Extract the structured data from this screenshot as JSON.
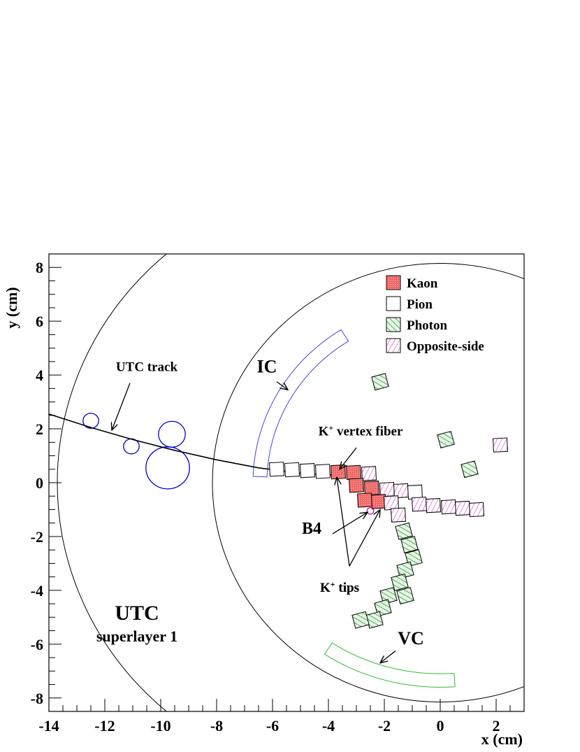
{
  "chart_data": {
    "type": "scatter",
    "xlabel": "x (cm)",
    "ylabel": "y (cm)",
    "xlim": [
      -14,
      3
    ],
    "ylim": [
      -8.5,
      8.5
    ],
    "x_ticks": [
      -14,
      -12,
      -10,
      -8,
      -6,
      -4,
      -2,
      0,
      2
    ],
    "y_ticks": [
      -8,
      -6,
      -4,
      -2,
      0,
      2,
      4,
      6,
      8
    ],
    "x_tick_labels": [
      "-14",
      "-12",
      "-10",
      "-8",
      "-6",
      "-4",
      "-2",
      "0",
      "2"
    ],
    "y_tick_labels": [
      "-8",
      "-6",
      "-4",
      "-2",
      "0",
      "2",
      "4",
      "6",
      "8"
    ],
    "grid": false,
    "legend_position": "top-right",
    "legend": [
      {
        "label": "Kaon",
        "style": "kaon"
      },
      {
        "label": "Pion",
        "style": "pion"
      },
      {
        "label": "Photon",
        "style": "photon"
      },
      {
        "label": "Opposite-side",
        "style": "opposite"
      }
    ],
    "styles": {
      "kaon": {
        "fill": "#f06464",
        "stroke": "#000000"
      },
      "pion": {
        "fill": "#ffffff",
        "stroke": "#000000"
      },
      "photon": {
        "fill": "#e6f5e6",
        "stroke": "#000000",
        "hatch": "#2e9a2e"
      },
      "opposite": {
        "fill": "#ffffff",
        "stroke": "#000000",
        "hatch": "#d040d0"
      }
    },
    "circles": [
      {
        "label": "UTC outer boundary",
        "cx": -2.5,
        "cy": 0.0,
        "r": 11.2,
        "color": "#000000"
      },
      {
        "label": "inner detector boundary",
        "cx": 0.0,
        "cy": 0.0,
        "r": 8.15,
        "color": "#000000"
      },
      {
        "label": "UTC hit",
        "cx": -12.5,
        "cy": 2.3,
        "r": 0.28,
        "color": "#0000cc"
      },
      {
        "label": "UTC hit",
        "cx": -11.05,
        "cy": 1.35,
        "r": 0.28,
        "color": "#0000cc"
      },
      {
        "label": "UTC hit",
        "cx": -9.6,
        "cy": 1.8,
        "r": 0.48,
        "color": "#0000cc"
      },
      {
        "label": "UTC hit",
        "cx": -9.75,
        "cy": 0.55,
        "r": 0.78,
        "color": "#0000cc"
      },
      {
        "label": "B4 hit",
        "cx": -2.5,
        "cy": -1.05,
        "r": 0.12,
        "color": "#cc00cc"
      }
    ],
    "arcs": [
      {
        "label": "IC",
        "center": [
          0,
          0
        ],
        "r_inner": 6.2,
        "r_outer": 6.7,
        "angle_start_deg": 122,
        "angle_end_deg": 178,
        "color": "#4444dd"
      },
      {
        "label": "VC",
        "center": [
          0,
          0
        ],
        "r_inner": 7.1,
        "r_outer": 7.6,
        "angle_start_deg": 237,
        "angle_end_deg": 274,
        "color": "#33bb33"
      }
    ],
    "track": {
      "label": "UTC track",
      "points": [
        [
          -14.0,
          2.55
        ],
        [
          -12.5,
          2.05
        ],
        [
          -11.0,
          1.6
        ],
        [
          -9.5,
          1.2
        ],
        [
          -8.0,
          0.85
        ],
        [
          -6.5,
          0.55
        ],
        [
          -5.0,
          0.35
        ],
        [
          -4.0,
          0.28
        ],
        [
          -3.7,
          0.3
        ]
      ]
    },
    "fibers": [
      {
        "type": "pion",
        "x": -5.85,
        "y": 0.5
      },
      {
        "type": "pion",
        "x": -5.3,
        "y": 0.48
      },
      {
        "type": "pion",
        "x": -4.75,
        "y": 0.45
      },
      {
        "type": "pion",
        "x": -4.2,
        "y": 0.42
      },
      {
        "type": "kaon",
        "x": -3.65,
        "y": 0.4
      },
      {
        "type": "kaon",
        "x": -3.1,
        "y": 0.38
      },
      {
        "type": "opposite",
        "x": -2.55,
        "y": 0.34
      },
      {
        "type": "kaon",
        "x": -3.0,
        "y": -0.1
      },
      {
        "type": "kaon",
        "x": -2.45,
        "y": -0.2
      },
      {
        "type": "opposite",
        "x": -1.9,
        "y": -0.25
      },
      {
        "type": "opposite",
        "x": -1.4,
        "y": -0.3
      },
      {
        "type": "pion",
        "x": -0.9,
        "y": -0.35
      },
      {
        "type": "kaon",
        "x": -2.7,
        "y": -0.65
      },
      {
        "type": "kaon",
        "x": -2.2,
        "y": -0.7
      },
      {
        "type": "opposite",
        "x": -1.75,
        "y": -0.75
      },
      {
        "type": "opposite",
        "x": -0.75,
        "y": -0.8
      },
      {
        "type": "opposite",
        "x": -0.25,
        "y": -0.85
      },
      {
        "type": "opposite",
        "x": 0.3,
        "y": -0.9
      },
      {
        "type": "opposite",
        "x": 0.8,
        "y": -0.95
      },
      {
        "type": "opposite",
        "x": 1.3,
        "y": -1.0
      },
      {
        "type": "opposite",
        "x": -1.5,
        "y": -1.2
      },
      {
        "type": "photon",
        "x": -1.3,
        "y": -1.8
      },
      {
        "type": "photon",
        "x": -1.1,
        "y": -2.3
      },
      {
        "type": "photon",
        "x": -0.95,
        "y": -2.8
      },
      {
        "type": "photon",
        "x": -1.25,
        "y": -3.25
      },
      {
        "type": "photon",
        "x": -1.45,
        "y": -3.7
      },
      {
        "type": "photon",
        "x": -1.25,
        "y": -4.2
      },
      {
        "type": "photon",
        "x": -1.85,
        "y": -4.2
      },
      {
        "type": "photon",
        "x": -2.05,
        "y": -4.65
      },
      {
        "type": "photon",
        "x": -2.35,
        "y": -5.1
      },
      {
        "type": "photon",
        "x": -2.85,
        "y": -5.1
      },
      {
        "type": "photon",
        "x": -2.15,
        "y": 3.75
      },
      {
        "type": "photon",
        "x": 0.2,
        "y": 1.6
      },
      {
        "type": "photon",
        "x": 1.05,
        "y": 0.5
      },
      {
        "type": "opposite",
        "x": 2.15,
        "y": 1.4
      }
    ],
    "annotations": [
      {
        "text": "UTC track",
        "x": -10.5,
        "y": 4.15,
        "size": 19,
        "arrow_from": [
          -11.1,
          3.7
        ],
        "arrow_to": [
          -11.75,
          1.95
        ]
      },
      {
        "text": "IC",
        "x": -6.2,
        "y": 4.1,
        "size": 26,
        "arrow_from": [
          -5.85,
          3.75
        ],
        "arrow_to": [
          -5.45,
          3.45
        ]
      },
      {
        "text": "K+ vertex fiber",
        "x": -2.85,
        "y": 1.75,
        "size": 19,
        "arrow_from": [
          -3.0,
          1.3
        ],
        "arrow_to": [
          -3.6,
          0.5
        ]
      },
      {
        "text": "B4",
        "x": -4.6,
        "y": -1.9,
        "size": 24,
        "arrow_from": [
          -3.85,
          -1.9
        ],
        "arrow_to": [
          -2.6,
          -1.1
        ]
      },
      {
        "text": "K+ tips",
        "x": -3.6,
        "y": -4.05,
        "size": 19,
        "arrow_from": [
          -3.25,
          -3.1
        ],
        "arrow_to": [
          -3.7,
          0.2
        ]
      },
      {
        "text": "K+ tips",
        "x": -3.6,
        "y": -4.05,
        "size": 19,
        "arrow_from": [
          -3.25,
          -3.1
        ],
        "arrow_to": [
          -2.15,
          -1.0
        ]
      },
      {
        "text": "VC",
        "x": -1.05,
        "y": -6.0,
        "size": 26,
        "arrow_from": [
          -1.6,
          -6.25
        ],
        "arrow_to": [
          -2.15,
          -6.7
        ]
      },
      {
        "text": "UTC",
        "x": -10.85,
        "y": -5.1,
        "size": 30
      },
      {
        "text": "superlayer 1",
        "x": -10.85,
        "y": -5.9,
        "size": 22
      }
    ]
  }
}
